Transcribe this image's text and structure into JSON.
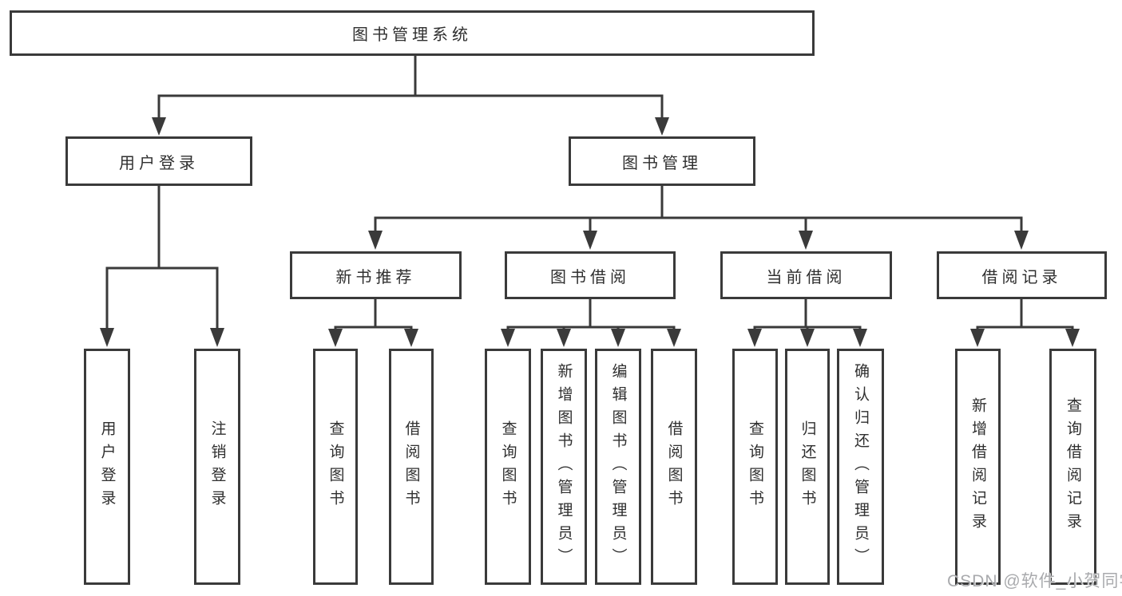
{
  "diagram_type": "hierarchy-tree",
  "tree": {
    "label": "图书管理系统",
    "children": [
      {
        "label": "用户登录",
        "children": [
          {
            "label": "用户登录"
          },
          {
            "label": "注销登录"
          }
        ]
      },
      {
        "label": "图书管理",
        "children": [
          {
            "label": "新书推荐",
            "children": [
              {
                "label": "查询图书"
              },
              {
                "label": "借阅图书"
              }
            ]
          },
          {
            "label": "图书借阅",
            "children": [
              {
                "label": "查询图书"
              },
              {
                "label": "新增图书（管理员）"
              },
              {
                "label": "编辑图书（管理员）"
              },
              {
                "label": "借阅图书"
              }
            ]
          },
          {
            "label": "当前借阅",
            "children": [
              {
                "label": "查询图书"
              },
              {
                "label": "归还图书"
              },
              {
                "label": "确认归还（管理员）"
              }
            ]
          },
          {
            "label": "借阅记录",
            "children": [
              {
                "label": "新增借阅记录"
              },
              {
                "label": "查询借阅记录"
              }
            ]
          }
        ]
      }
    ]
  },
  "watermark": "CSDN @软件_小贺同学",
  "colors": {
    "background": "#ffffff",
    "line": "#3a3a3a",
    "text": "#2f2f2f",
    "watermark": "#a9aaad"
  }
}
